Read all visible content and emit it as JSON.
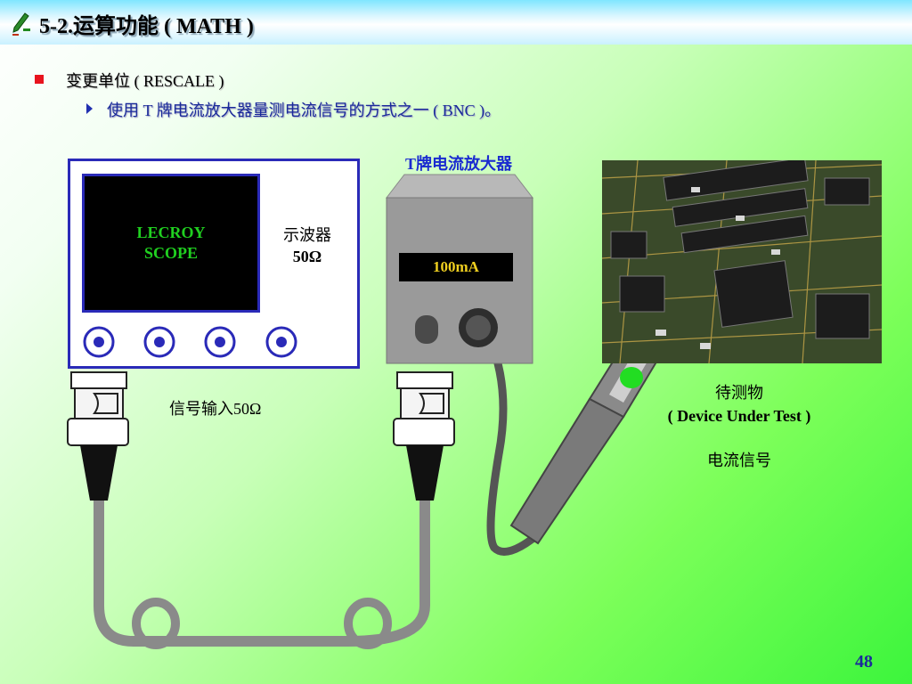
{
  "slide": {
    "title": "5-2.运算功能 ( MATH )",
    "bullet": "变更单位 ( RESCALE )",
    "sub_bullet": "使用 T 牌电流放大器量测电流信号的方式之一 ( BNC )。",
    "page_number": "48"
  },
  "diagram": {
    "scope_screen_line1": "LECROY",
    "scope_screen_line2": "SCOPE",
    "scope_name": "示波器",
    "scope_impedance": "50Ω",
    "amplifier_title": "T牌电流放大器",
    "amplifier_display": "100mA",
    "signal_input_label": "信号输入50Ω",
    "dut_label_cn": "待测物",
    "dut_label_en": "( Device Under Test )",
    "current_signal_label": "电流信号"
  },
  "colors": {
    "frame_blue": "#2a2ab8",
    "scope_text_green": "#20d020",
    "amp_display_text": "#f0d020",
    "bullet_red": "#e8141e"
  }
}
